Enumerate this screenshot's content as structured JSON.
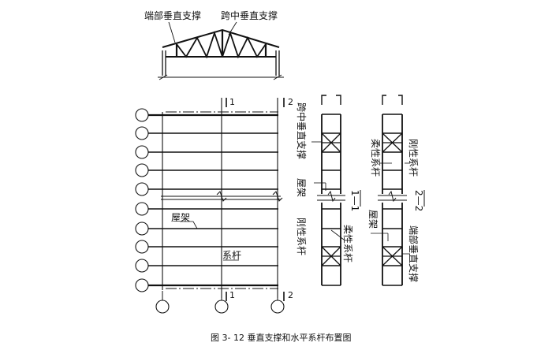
{
  "labels": {
    "top_end_vertical_brace": "端部垂直支撑",
    "top_mid_vertical_brace": "跨中垂直支撑",
    "plan_truss": "屋架",
    "plan_tie_bar": "系杆",
    "sec1_number": "1",
    "sec2_number": "2",
    "sec11_mid_brace": "跨中垂直支撑",
    "sec11_truss": "屋架",
    "sec11_rigid_tie": "刚性系杆",
    "sec11_flexible_tie": "柔性系杆",
    "sec11_title": "1—1",
    "sec22_flexible_tie": "柔性系杆",
    "sec22_rigid_tie": "刚性系杆",
    "sec22_truss": "屋架",
    "sec22_end_brace": "端部垂直支撑",
    "sec22_title": "2—2"
  },
  "caption": "图 3- 12  垂直支撑和水平系杆布置图"
}
